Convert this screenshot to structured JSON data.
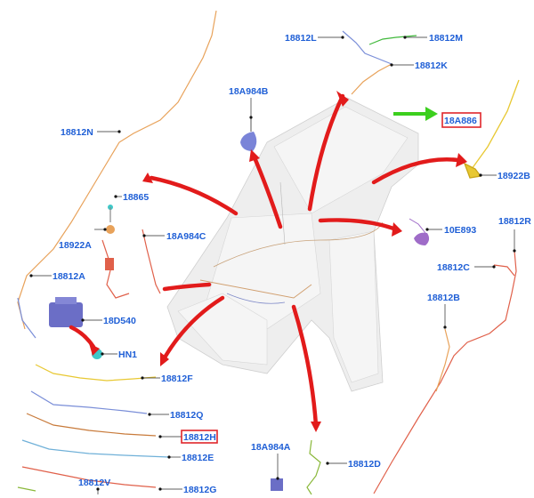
{
  "diagram": {
    "labels": {
      "n18812L": "18812L",
      "n18812M": "18812M",
      "n18812K": "18812K",
      "n18A984B": "18A984B",
      "n18A886": "18A886",
      "n18812N": "18812N",
      "n18922B": "18922B",
      "n18865": "18865",
      "n18922A": "18922A",
      "n18A984C": "18A984C",
      "n10E893": "10E893",
      "n18812R": "18812R",
      "n18812C": "18812C",
      "n18812A": "18812A",
      "n18812B": "18812B",
      "n18D540": "18D540",
      "nHN1": "HN1",
      "n18812F": "18812F",
      "n18812Q": "18812Q",
      "n18812H": "18812H",
      "n18812E": "18812E",
      "n18A984A": "18A984A",
      "n18812D": "18812D",
      "n18812V": "18812V",
      "n18812G": "18812G"
    },
    "colors": {
      "label_text": "#1f5fd6",
      "callout_arrow": "#e21b1b",
      "pointer_arrow": "#3ccf1e",
      "highlight_box": "#e0262b",
      "leader_line": "#2a2a2a",
      "harness_orange": "#e8a25a",
      "harness_blue": "#7a8ed8",
      "harness_green": "#3fb83a",
      "harness_yellow": "#e8c832",
      "harness_red": "#e0604a",
      "harness_olive": "#8ab83a"
    }
  }
}
